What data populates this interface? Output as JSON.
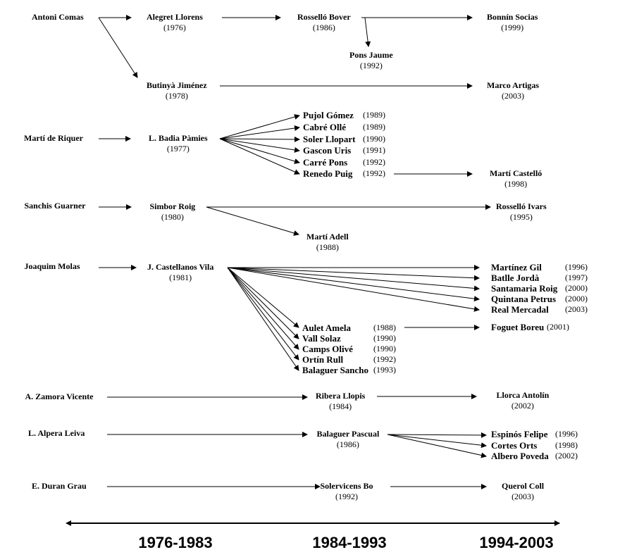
{
  "people": [
    {
      "id": "p1",
      "name": "Antoni Comas",
      "year": ""
    },
    {
      "id": "p2",
      "name": "Alegret Llorens",
      "year": "(1976)"
    },
    {
      "id": "p3",
      "name": "Rosselló Bover",
      "year": "(1986)"
    },
    {
      "id": "p4",
      "name": "Bonnín Socias",
      "year": "(1999)"
    },
    {
      "id": "p5",
      "name": "Pons Jaume",
      "year": "(1992)"
    },
    {
      "id": "p6",
      "name": "Butinyà Jiménez",
      "year": "(1978)"
    },
    {
      "id": "p7",
      "name": "Marco Artigas",
      "year": "(2003)"
    },
    {
      "id": "p8",
      "name": "Martí de Riquer",
      "year": ""
    },
    {
      "id": "p9",
      "name": "L. Badia Pàmies",
      "year": "(1977)"
    },
    {
      "id": "p10",
      "name": "Pujol Gómez",
      "year": "(1989)"
    },
    {
      "id": "p11",
      "name": "Cabré Ollé",
      "year": "(1989)"
    },
    {
      "id": "p12",
      "name": "Soler Llopart",
      "year": "(1990)"
    },
    {
      "id": "p13",
      "name": "Gascon Uris",
      "year": "(1991)"
    },
    {
      "id": "p14",
      "name": "Carré Pons",
      "year": "(1992)"
    },
    {
      "id": "p15",
      "name": "Renedo Puig",
      "year": "(1992)"
    },
    {
      "id": "p16",
      "name": "Martí Castelló",
      "year": "(1998)"
    },
    {
      "id": "p17",
      "name": "Sanchis Guarner",
      "year": ""
    },
    {
      "id": "p18",
      "name": "Simbor Roig",
      "year": "(1980)"
    },
    {
      "id": "p19",
      "name": "Rosselló Ivars",
      "year": "(1995)"
    },
    {
      "id": "p20",
      "name": "Martí Adell",
      "year": "(1988)"
    },
    {
      "id": "p21",
      "name": "Joaquim Molas",
      "year": ""
    },
    {
      "id": "p22",
      "name": "J. Castellanos Vila",
      "year": "(1981)"
    },
    {
      "id": "p23",
      "name": "Martínez Gil",
      "year": "(1996)"
    },
    {
      "id": "p24",
      "name": "Batlle Jordà",
      "year": "(1997)"
    },
    {
      "id": "p25",
      "name": "Santamaria Roig",
      "year": "(2000)"
    },
    {
      "id": "p26",
      "name": "Quintana Petrus",
      "year": "(2000)"
    },
    {
      "id": "p27",
      "name": "Real Mercadal",
      "year": "(2003)"
    },
    {
      "id": "p28",
      "name": "Aulet Amela",
      "year": "(1988)"
    },
    {
      "id": "p29",
      "name": "Vall Solaz",
      "year": "(1990)"
    },
    {
      "id": "p30",
      "name": "Camps Olivé",
      "year": "(1990)"
    },
    {
      "id": "p31",
      "name": "Ortín Rull",
      "year": "(1992)"
    },
    {
      "id": "p32",
      "name": "Balaguer Sancho",
      "year": "(1993)"
    },
    {
      "id": "p33",
      "name": "Foguet Boreu",
      "year": "(2001)"
    },
    {
      "id": "p34",
      "name": "A. Zamora Vicente",
      "year": ""
    },
    {
      "id": "p35",
      "name": "Ribera Llopis",
      "year": "(1984)"
    },
    {
      "id": "p36",
      "name": "Llorca Antolín",
      "year": "(2002)"
    },
    {
      "id": "p37",
      "name": "L. Alpera Leiva",
      "year": ""
    },
    {
      "id": "p38",
      "name": "Balaguer Pascual",
      "year": "(1986)"
    },
    {
      "id": "p39",
      "name": "Espinós Felipe",
      "year": "(1996)"
    },
    {
      "id": "p40",
      "name": "Cortes Orts",
      "year": "(1998)"
    },
    {
      "id": "p41",
      "name": "Albero Poveda",
      "year": "(2002)"
    },
    {
      "id": "p42",
      "name": "E. Duran Grau",
      "year": ""
    },
    {
      "id": "p43",
      "name": "Solervicens Bo",
      "year": "(1992)"
    },
    {
      "id": "p44",
      "name": "Querol Coll",
      "year": "(2003)"
    }
  ],
  "edges": [
    [
      "p1",
      "p2"
    ],
    [
      "p1",
      "p6"
    ],
    [
      "p2",
      "p3"
    ],
    [
      "p3",
      "p4"
    ],
    [
      "p3",
      "p5"
    ],
    [
      "p6",
      "p7"
    ],
    [
      "p8",
      "p9"
    ],
    [
      "p9",
      "p10"
    ],
    [
      "p9",
      "p11"
    ],
    [
      "p9",
      "p12"
    ],
    [
      "p9",
      "p13"
    ],
    [
      "p9",
      "p14"
    ],
    [
      "p9",
      "p15"
    ],
    [
      "p15",
      "p16"
    ],
    [
      "p17",
      "p18"
    ],
    [
      "p18",
      "p19"
    ],
    [
      "p18",
      "p20"
    ],
    [
      "p21",
      "p22"
    ],
    [
      "p22",
      "p23"
    ],
    [
      "p22",
      "p24"
    ],
    [
      "p22",
      "p25"
    ],
    [
      "p22",
      "p26"
    ],
    [
      "p22",
      "p27"
    ],
    [
      "p22",
      "p28"
    ],
    [
      "p22",
      "p29"
    ],
    [
      "p22",
      "p30"
    ],
    [
      "p22",
      "p31"
    ],
    [
      "p22",
      "p32"
    ],
    [
      "p28",
      "p33"
    ],
    [
      "p34",
      "p35"
    ],
    [
      "p35",
      "p36"
    ],
    [
      "p37",
      "p38"
    ],
    [
      "p38",
      "p39"
    ],
    [
      "p38",
      "p40"
    ],
    [
      "p38",
      "p41"
    ],
    [
      "p42",
      "p43"
    ],
    [
      "p43",
      "p44"
    ]
  ],
  "timeline": {
    "periods": [
      "1976-1983",
      "1984-1993",
      "1994-2003"
    ]
  }
}
